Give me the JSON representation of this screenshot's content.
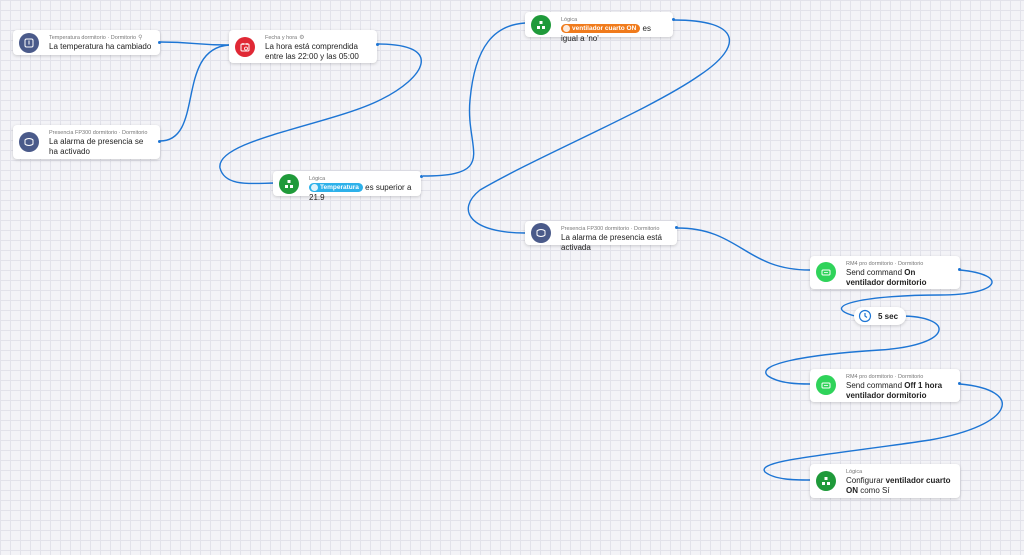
{
  "canvas": {
    "grid_color": "#e2e2ea",
    "wire_color": "#1d75d4"
  },
  "nodes": {
    "temp_changed": {
      "source": "Temperatura dormitorio · Dormitorio",
      "text": "La temperatura ha cambiado",
      "icon": "thermometer-icon"
    },
    "presence_alarm": {
      "source": "Presencia FP300 dormitorio · Dormitorio",
      "text": "La alarma de presencia se ha activado",
      "icon": "presence-sensor-icon"
    },
    "datetime": {
      "source": "Fecha y hora",
      "text": "La hora está comprendida entre las 22:00 y las 05:00",
      "icon": "calendar-clock-icon"
    },
    "logic_temp": {
      "source": "Lógica",
      "chip": "Temperatura",
      "text": "es superior a 21.9",
      "icon": "logic-icon"
    },
    "logic_fan": {
      "source": "Lógica",
      "chip": "ventilador cuarto ON",
      "text": "es igual a 'no'",
      "icon": "logic-icon"
    },
    "presence_active": {
      "source": "Presencia FP300 dormitorio · Dormitorio",
      "text": "La alarma de presencia está activada",
      "icon": "presence-sensor-icon"
    },
    "send_on": {
      "source": "RM4 pro dormitorio · Dormitorio",
      "prefix": "Send command",
      "bold": "On ventilador dormitorio",
      "icon": "remote-icon"
    },
    "delay": {
      "text": "5 sec",
      "icon": "clock-icon"
    },
    "send_off": {
      "source": "RM4 pro dormitorio · Dormitorio",
      "prefix": "Send command",
      "bold": "Off 1 hora ventilador dormitorio",
      "icon": "remote-icon"
    },
    "set_var": {
      "source": "Lógica",
      "prefix": "Configurar",
      "bold": "ventilador cuarto ON",
      "suffix": "como Sí",
      "icon": "logic-icon"
    }
  }
}
